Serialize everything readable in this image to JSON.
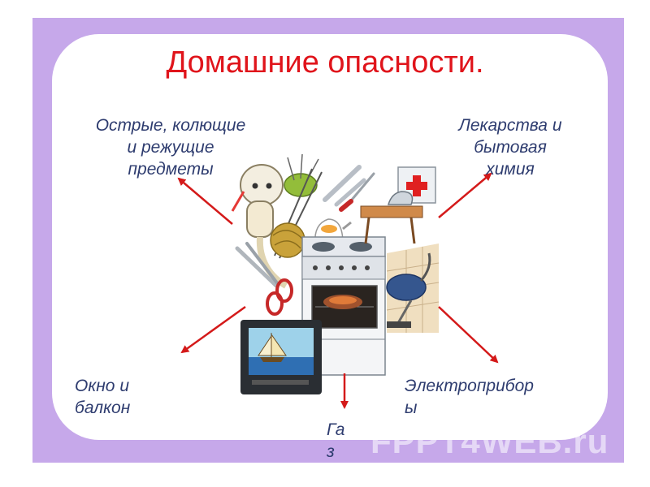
{
  "title": "Домашние опасности.",
  "labels": {
    "sharp_line1": "Острые, колющие",
    "sharp_line2": "и режущие",
    "sharp_line3": "предметы",
    "chem_line1": "Лекарства и",
    "chem_line2": "бытовая",
    "chem_line3": "химия",
    "window_line1": "Окно и",
    "window_line2": "балкон",
    "elec_line1": "Электроприбор",
    "elec_line2": "ы",
    "gas_line1": "Га",
    "gas_line2": "з"
  },
  "watermark": "FPPT4WEB.ru",
  "colors": {
    "background": "#c6a8ea",
    "panel": "#ffffff",
    "title": "#e0141b",
    "labels": "#2e3c6f",
    "arrows": "#d41a1a"
  }
}
